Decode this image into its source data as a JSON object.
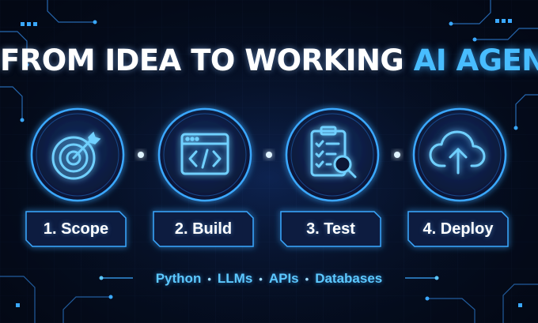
{
  "title": {
    "part1": "FROM IDEA TO WORKING ",
    "part2": "AI AGENT"
  },
  "colors": {
    "accent": "#3aa8ff",
    "accent_light": "#48bdff",
    "background": "#081633",
    "text": "#ffffff"
  },
  "steps": [
    {
      "label": "1. Scope",
      "icon": "target-icon"
    },
    {
      "label": "2. Build",
      "icon": "code-window-icon"
    },
    {
      "label": "3. Test",
      "icon": "checklist-magnifier-icon"
    },
    {
      "label": "4. Deploy",
      "icon": "cloud-upload-icon"
    }
  ],
  "tech_stack": [
    "Python",
    "LLMs",
    "APIs",
    "Databases"
  ],
  "separator": "•"
}
